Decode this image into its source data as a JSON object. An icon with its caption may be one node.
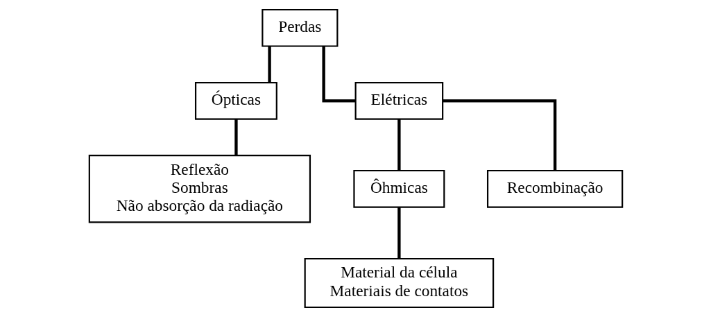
{
  "diagram": {
    "nodes": [
      {
        "text": [
          "Perdas"
        ]
      },
      {
        "text": [
          "Ópticas"
        ]
      },
      {
        "text": [
          "Elétricas"
        ]
      },
      {
        "text": [
          "Reflexão",
          "Sombras",
          "Não absorção da radiação"
        ]
      },
      {
        "text": [
          "Ôhmicas"
        ]
      },
      {
        "text": [
          "Recombinação"
        ]
      },
      {
        "text": [
          "Material da célula",
          "Materiais de contatos"
        ]
      }
    ],
    "edges": [
      {
        "from": 0,
        "to": 1,
        "arrow": "none"
      },
      {
        "from": 0,
        "to": 2,
        "arrow": "none"
      },
      {
        "from": 1,
        "to": 3,
        "arrow": "none"
      },
      {
        "from": 2,
        "to": 4,
        "arrow": "none"
      },
      {
        "from": 2,
        "to": 5,
        "arrow": "none"
      },
      {
        "from": 4,
        "to": 6,
        "arrow": "none"
      }
    ]
  }
}
